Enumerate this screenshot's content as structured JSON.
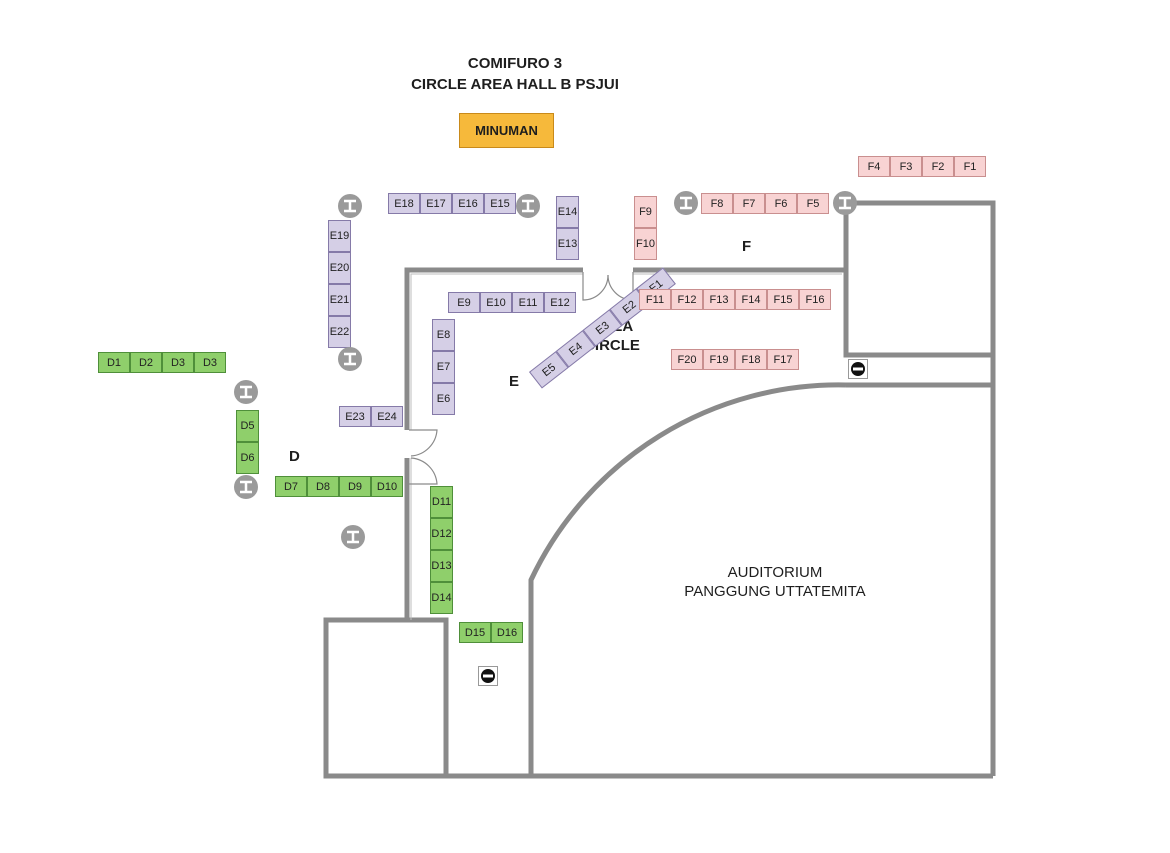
{
  "header": {
    "event": "COMIFURO 3",
    "subtitle": "CIRCLE AREA HALL B PSJUI"
  },
  "minuman": "MINUMAN",
  "zones": {
    "d": "D",
    "e": "E",
    "f": "F"
  },
  "area_circle": {
    "line1": "AREA",
    "line2": "CIRCLE"
  },
  "auditorium": {
    "line1": "AUDITORIUM",
    "line2": "PANGGUNG UTTATEMITA"
  },
  "booths": {
    "d": [
      "D1",
      "D2",
      "D3",
      "D3",
      "D5",
      "D6",
      "D7",
      "D8",
      "D9",
      "D10",
      "D11",
      "D12",
      "D13",
      "D14",
      "D15",
      "D16"
    ],
    "e": [
      "E1",
      "E2",
      "E3",
      "E4",
      "E5",
      "E6",
      "E7",
      "E8",
      "E9",
      "E10",
      "E11",
      "E12",
      "E13",
      "E14",
      "E15",
      "E16",
      "E17",
      "E18",
      "E19",
      "E20",
      "E21",
      "E22",
      "E23",
      "E24"
    ],
    "f": [
      "F1",
      "F2",
      "F3",
      "F4",
      "F5",
      "F6",
      "F7",
      "F8",
      "F9",
      "F10",
      "F11",
      "F12",
      "F13",
      "F14",
      "F15",
      "F16",
      "F17",
      "F18",
      "F19",
      "F20"
    ]
  },
  "colors": {
    "zone_d": "#8fcf6b",
    "zone_e": "#d5cfe6",
    "zone_f": "#f8d3d3",
    "minuman": "#f6b93b",
    "walls": "#8a8a8a"
  },
  "icons": {
    "pillar": "pillar-icon",
    "no_entry": "no-entry-icon"
  }
}
